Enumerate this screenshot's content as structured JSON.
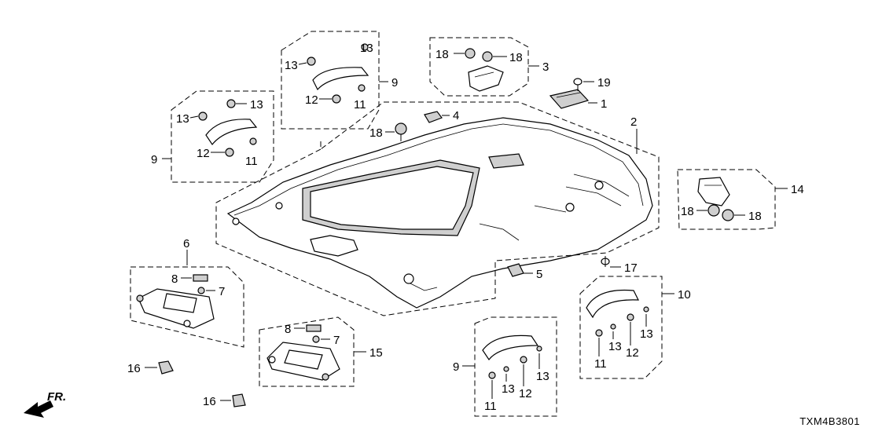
{
  "diagram": {
    "reference_code": "TXM4B3801",
    "direction_label": "FR.",
    "callouts": {
      "c1": "1",
      "c2": "2",
      "c3": "3",
      "c4": "4",
      "c5": "5",
      "c6": "6",
      "c7a": "7",
      "c7b": "7",
      "c8a": "8",
      "c8b": "8",
      "c9a": "9",
      "c9b": "9",
      "c9c": "9",
      "c10": "10",
      "c11a": "11",
      "c11b": "11",
      "c11c": "11",
      "c11d": "11",
      "c12a": "12",
      "c12b": "12",
      "c12c": "12",
      "c12d": "12",
      "c13a": "13",
      "c13b": "13",
      "c13c": "13",
      "c13d": "13",
      "c13e": "13",
      "c13f": "13",
      "c13g": "13",
      "c13h": "13",
      "c14": "14",
      "c15": "15",
      "c16a": "16",
      "c16b": "16",
      "c17": "17",
      "c18a": "18",
      "c18b": "18",
      "c18c": "18",
      "c18d": "18",
      "c18e": "18",
      "c19": "19"
    }
  }
}
